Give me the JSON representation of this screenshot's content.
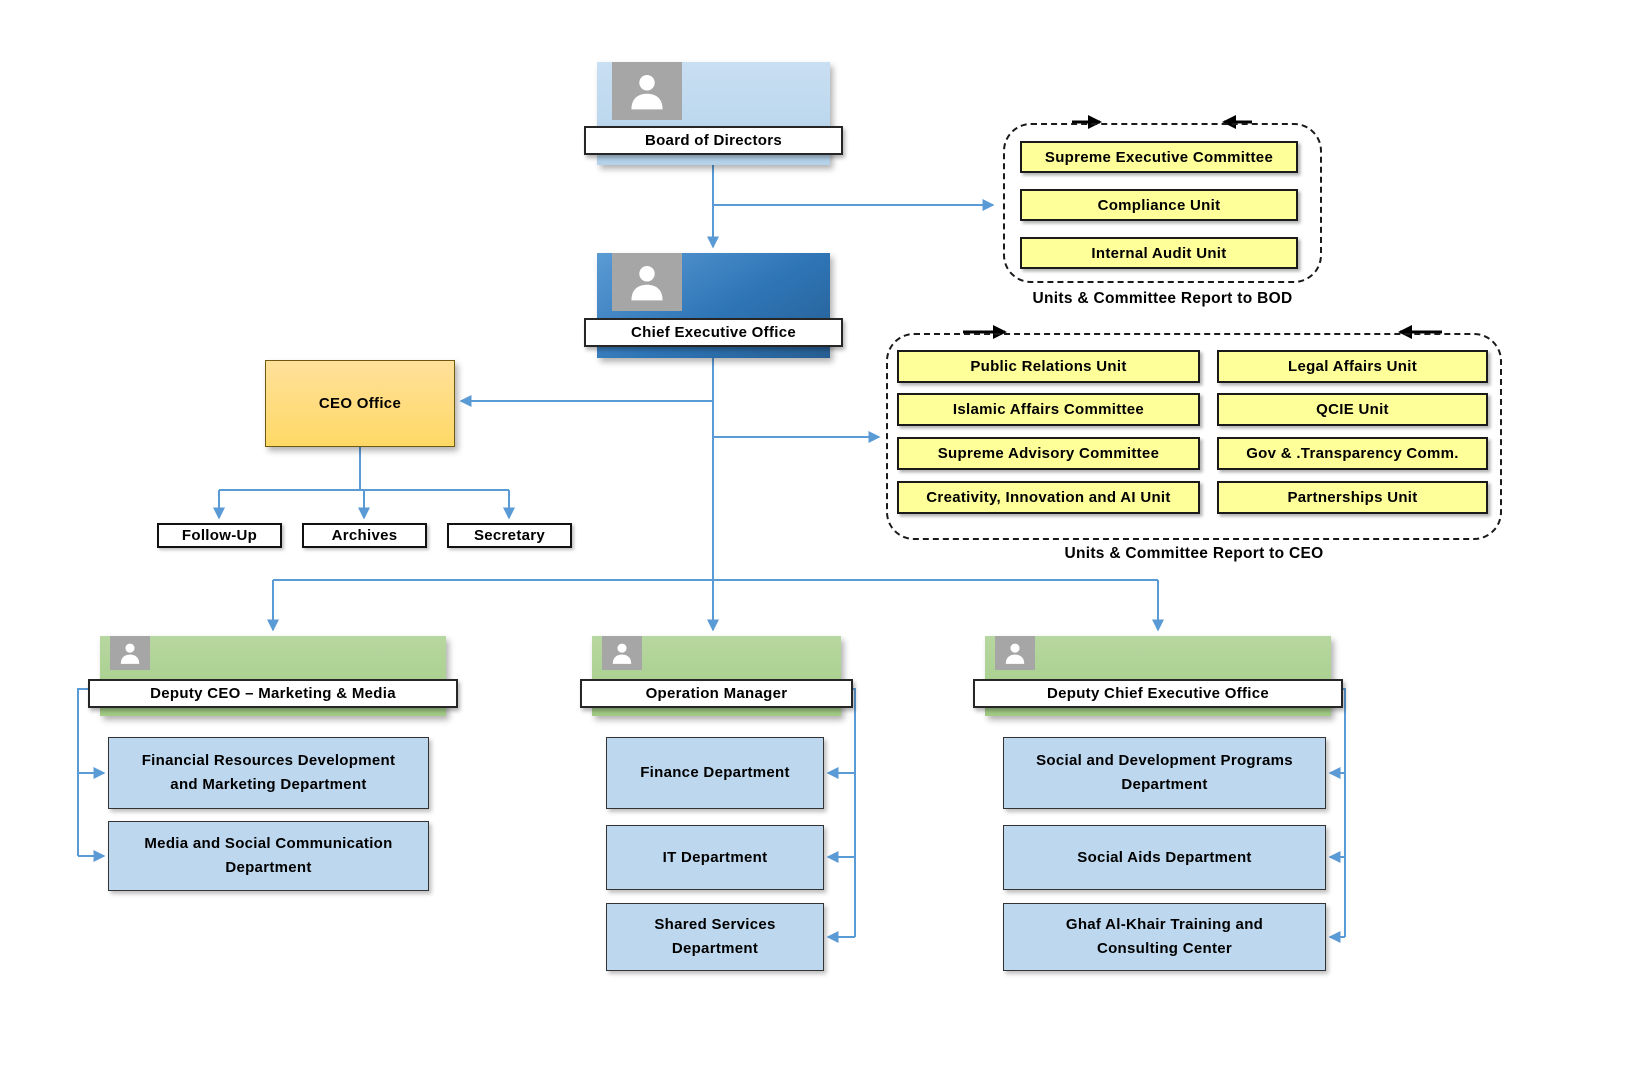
{
  "colors": {
    "connector_blue": "#5B9BD5",
    "board_fill": "#BDD7EE",
    "chief_executive_fill": "#2E75B6",
    "ceo_office_fill": "#FFD966",
    "unit_fill": "#FFFF99",
    "branch_fill": "#A9D18E",
    "department_fill": "#BDD7EE",
    "photo_placeholder_fill": "#A6A6A6"
  },
  "icons": {
    "person_icon": "silhouette",
    "flow_right_icon": "→",
    "flow_left_icon": "←"
  },
  "nodes": {
    "board": {
      "label": "Board of Directors"
    },
    "chief_executive": {
      "label": "Chief Executive Office"
    },
    "ceo_office": {
      "label": "CEO Office"
    },
    "ceo_office_children": [
      {
        "label": "Follow-Up"
      },
      {
        "label": "Archives"
      },
      {
        "label": "Secretary"
      }
    ]
  },
  "bod_group": {
    "items": [
      {
        "label": "Supreme Executive Committee"
      },
      {
        "label": "Compliance Unit"
      },
      {
        "label": "Internal Audit Unit"
      }
    ],
    "caption": "Units & Committee Report to BOD"
  },
  "ceo_group": {
    "left_items": [
      {
        "label": "Public Relations Unit"
      },
      {
        "label": "Islamic Affairs Committee"
      },
      {
        "label": "Supreme Advisory Committee"
      },
      {
        "label": "Creativity, Innovation and AI Unit"
      }
    ],
    "right_items": [
      {
        "label": "Legal Affairs Unit"
      },
      {
        "label": "QCIE Unit"
      },
      {
        "label": "Gov & .Transparency Comm."
      },
      {
        "label": "Partnerships Unit"
      }
    ],
    "caption": "Units & Committee Report to CEO"
  },
  "branches": [
    {
      "header": "Deputy CEO – Marketing & Media",
      "departments": [
        {
          "label": "Financial Resources Development and Marketing Department"
        },
        {
          "label": "Media and Social Communication Department"
        }
      ]
    },
    {
      "header": "Operation Manager",
      "departments": [
        {
          "label": "Finance Department"
        },
        {
          "label": "IT Department"
        },
        {
          "label": "Shared Services Department"
        }
      ]
    },
    {
      "header": "Deputy Chief Executive Office",
      "departments": [
        {
          "label": "Social and Development Programs Department"
        },
        {
          "label": "Social Aids Department"
        },
        {
          "label": "Ghaf Al-Khair Training and Consulting Center"
        }
      ]
    }
  ]
}
